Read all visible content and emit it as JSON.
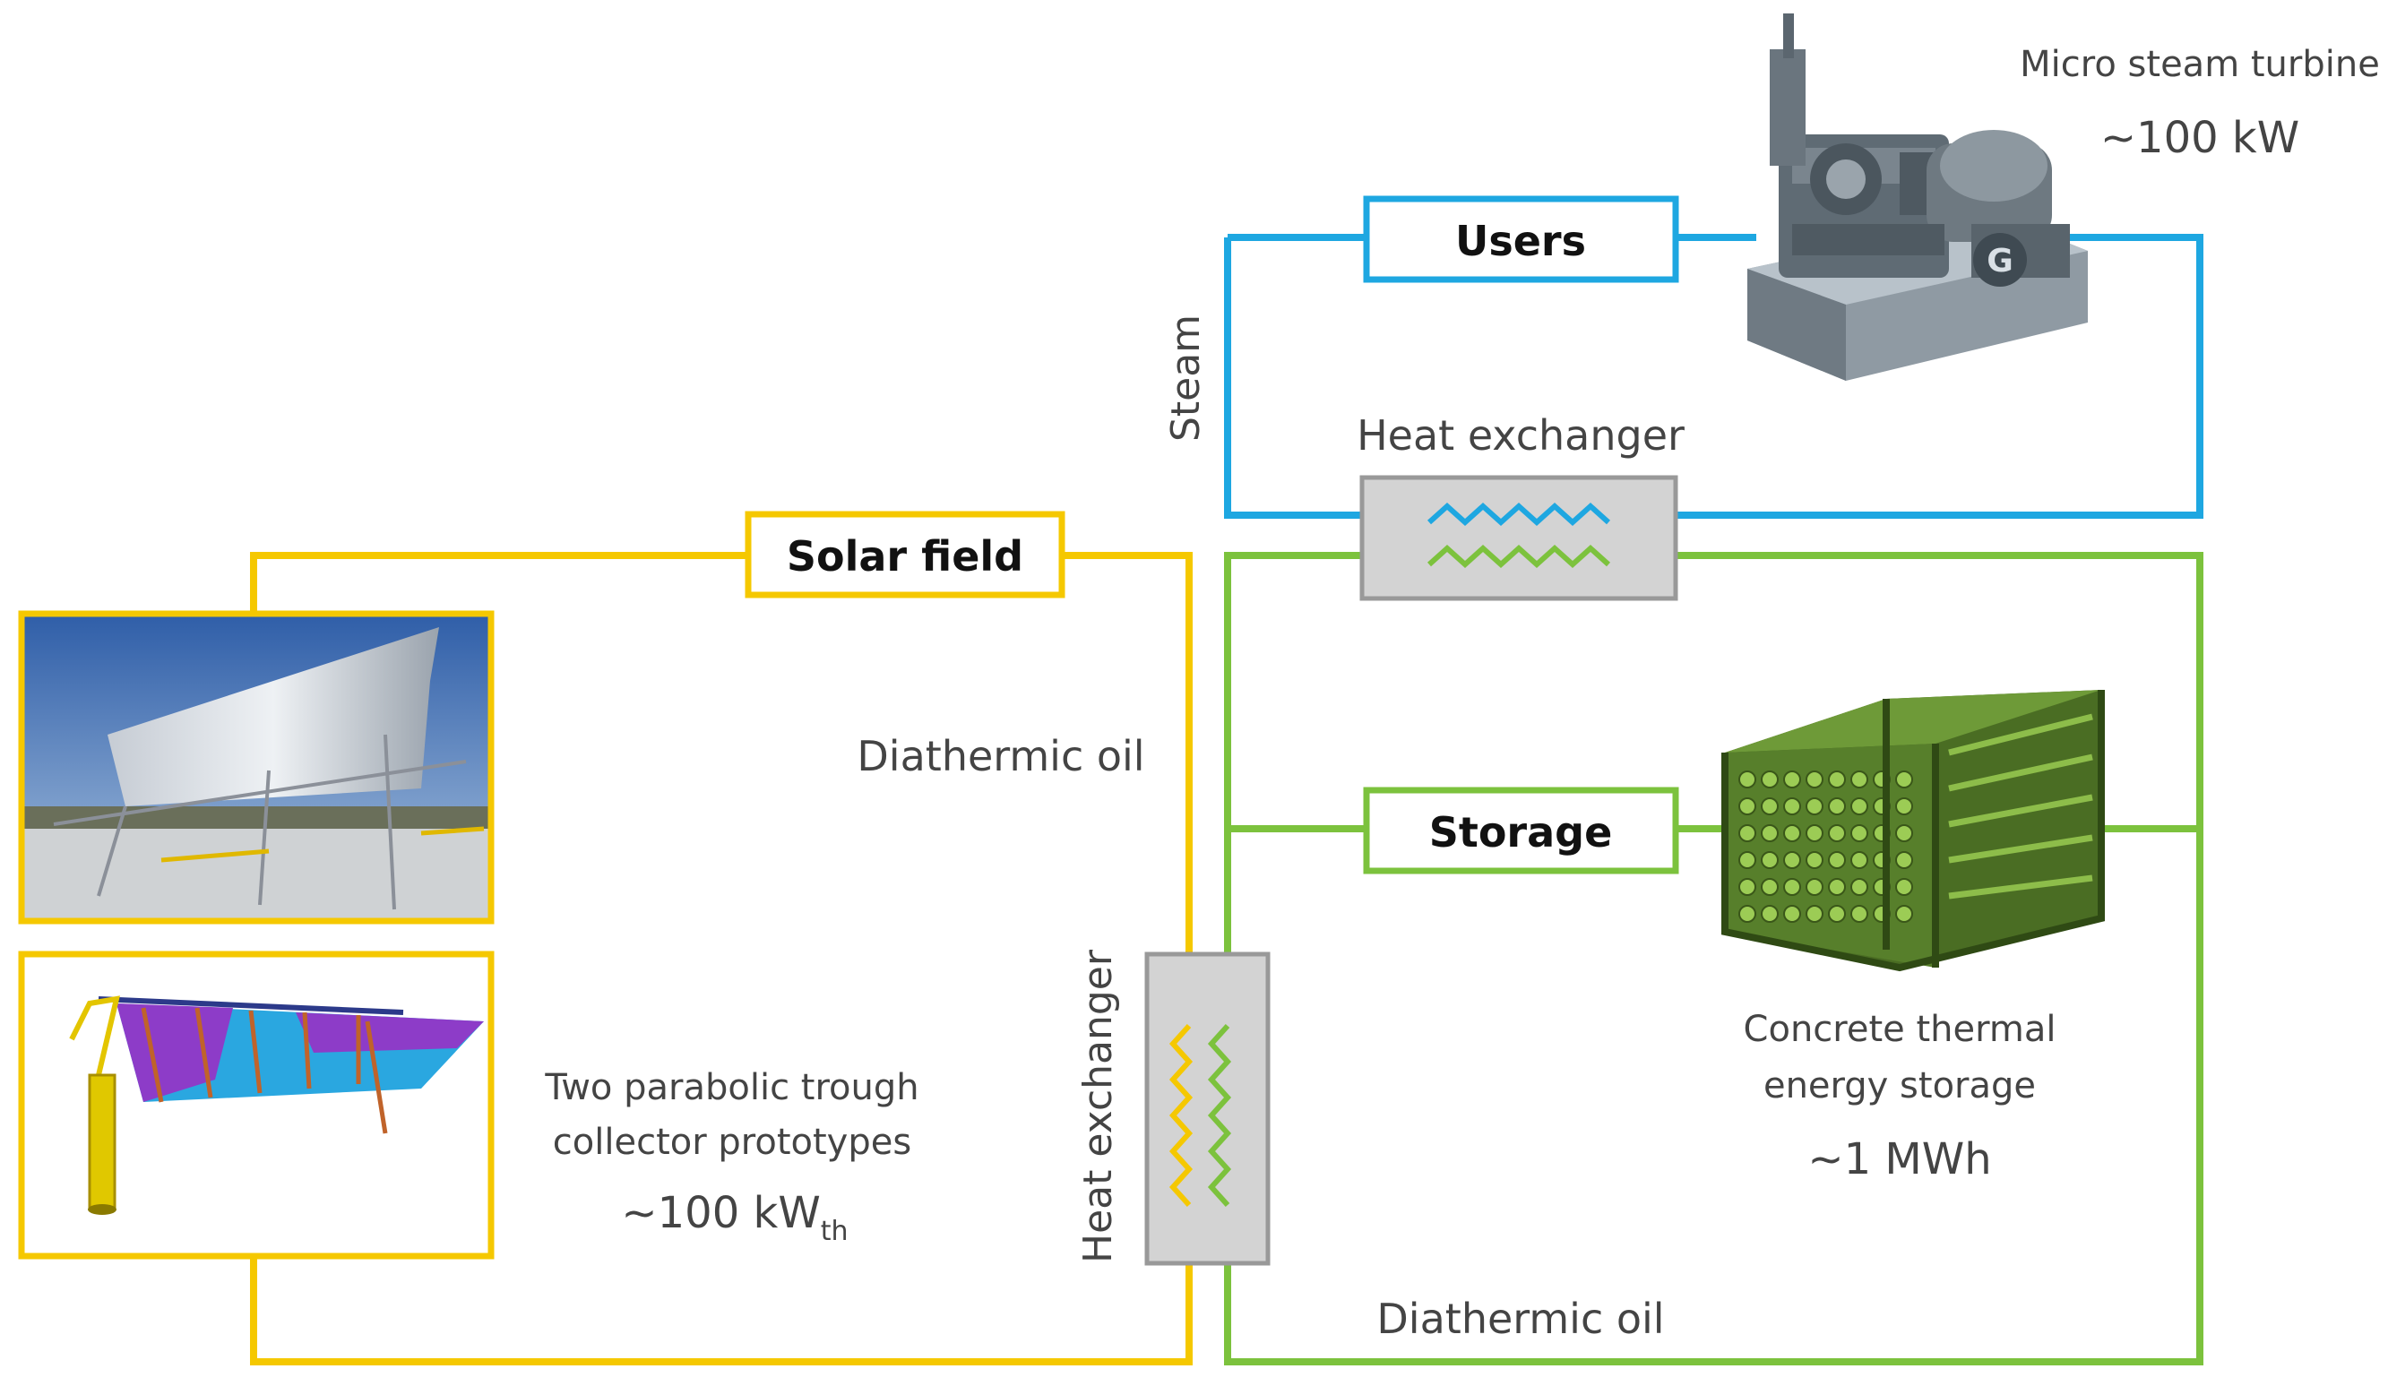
{
  "colors": {
    "solar_loop": "#f5c800",
    "steam_loop": "#1ea7e1",
    "storage_loop": "#7cc23d",
    "heat_exchanger_fill": "#d3d3d3",
    "heat_exchanger_border": "#999999",
    "text": "#444444"
  },
  "boxes": {
    "users": "Users",
    "solar_field": "Solar field",
    "storage": "Storage"
  },
  "labels": {
    "steam": "Steam",
    "heat_exchanger_top": "Heat exchanger",
    "heat_exchanger_left": "Heat exchanger",
    "diathermic_oil_solar": "Diathermic oil",
    "diathermic_oil_storage": "Diathermic oil"
  },
  "turbine": {
    "title": "Micro steam turbine",
    "power": "~100 kW"
  },
  "collector": {
    "line1": "Two parabolic trough",
    "line2": "collector prototypes",
    "power_main": "~100 kW",
    "power_sub": "th"
  },
  "storage_info": {
    "line1": "Concrete thermal",
    "line2": "energy  storage",
    "capacity": "~1 MWh"
  },
  "icons": [
    "turbine-illustration",
    "parabolic-trough-photo",
    "trough-cad-model",
    "concrete-storage-module",
    "zigzag-coil-icon"
  ]
}
